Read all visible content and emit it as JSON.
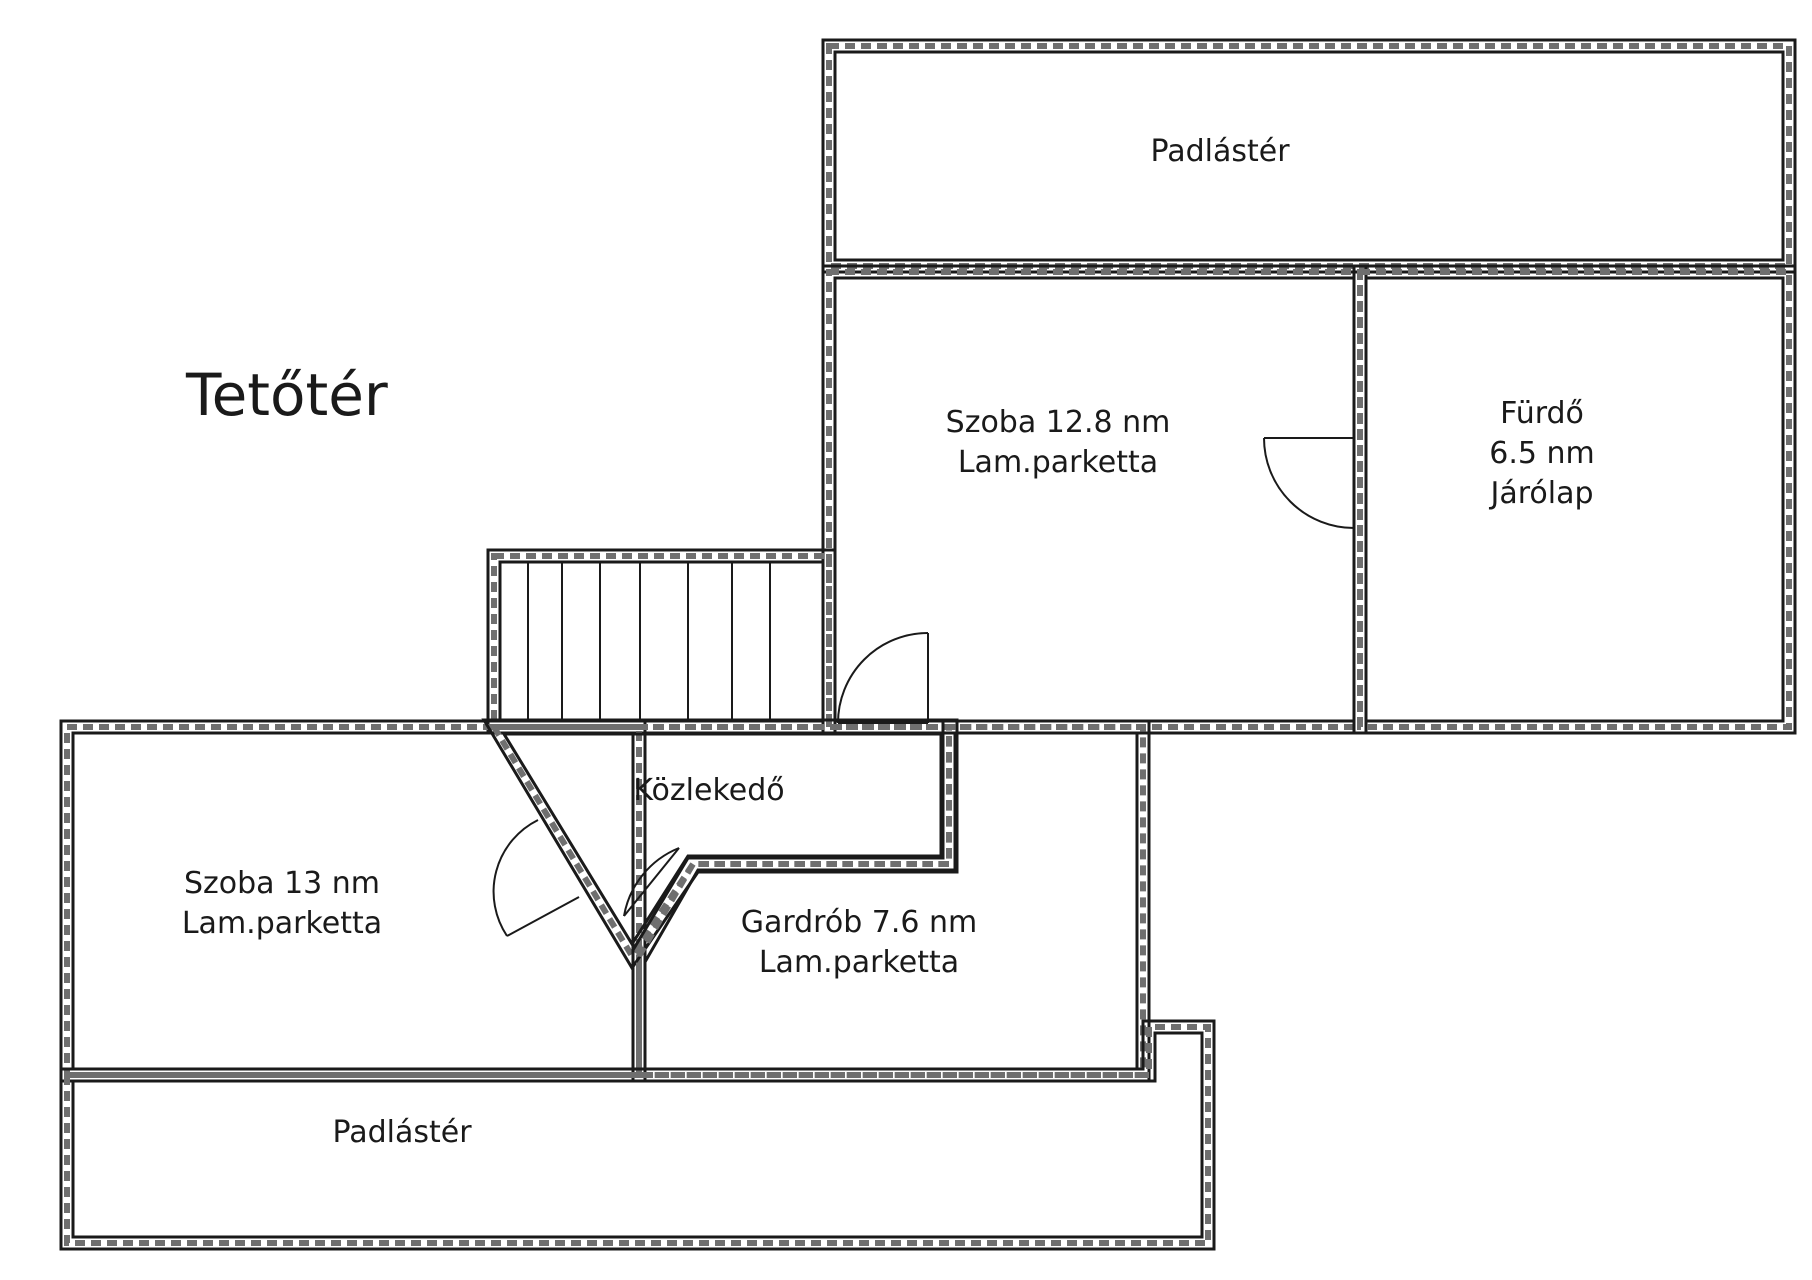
{
  "plan": {
    "title": "Tetőtér",
    "rooms": {
      "padlaster_top": {
        "name": "Padlástér"
      },
      "szoba_right": {
        "name": "Szoba 12.8 nm",
        "floor": "Lam.parketta"
      },
      "furdo": {
        "name": "Fürdő",
        "area": "6.5 nm",
        "floor": "Járólap"
      },
      "kozlekedo": {
        "name": "Közlekedő"
      },
      "szoba_left": {
        "name": "Szoba 13 nm",
        "floor": "Lam.parketta"
      },
      "gardrob": {
        "name": "Gardrób 7.6 nm",
        "floor": "Lam.parketta"
      },
      "padlaster_bottom": {
        "name": "Padlástér"
      }
    }
  }
}
